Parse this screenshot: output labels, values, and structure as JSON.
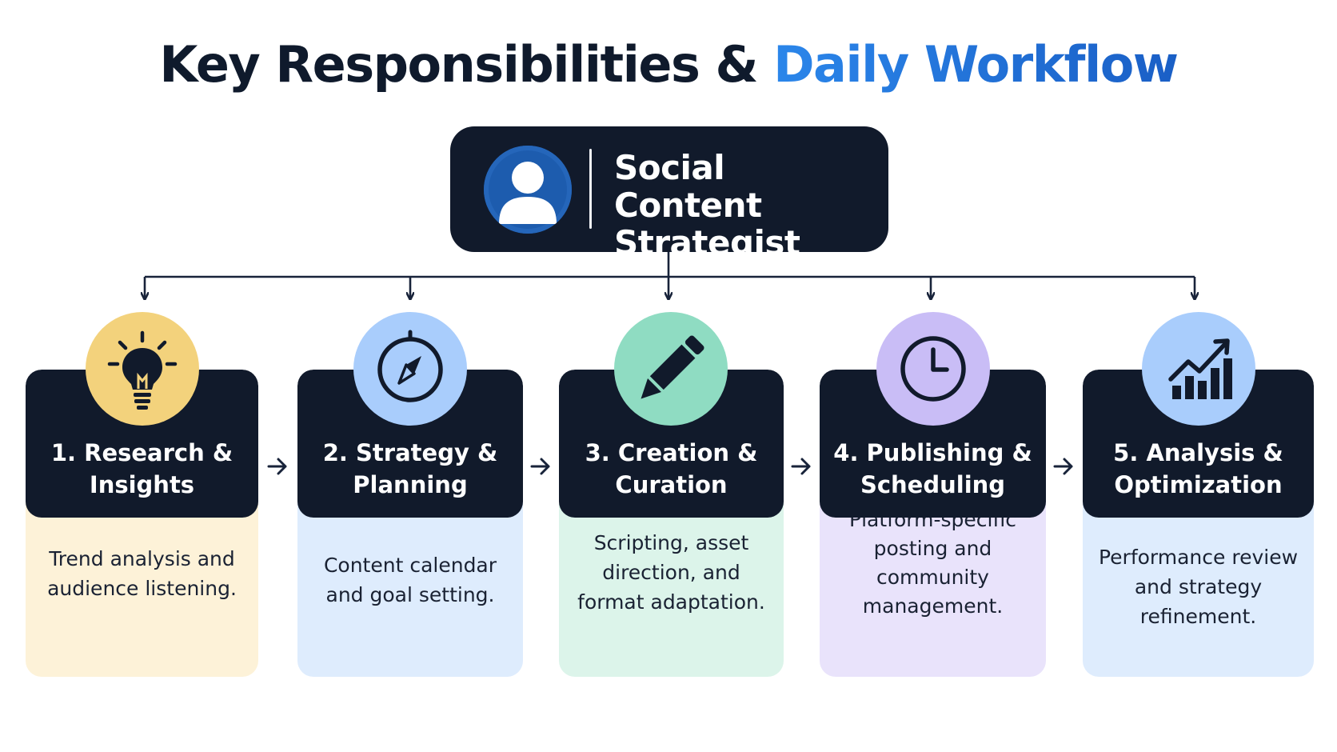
{
  "title": {
    "main": "Key Responsibilities & ",
    "accent": "Daily Workflow"
  },
  "role": {
    "name": "Social Content Strategist",
    "icon": "user-avatar-icon"
  },
  "steps": [
    {
      "label": "1. Research & Insights",
      "description": "Trend analysis and audience listening.",
      "icon": "lightbulb-icon",
      "icon_bg": "#f3d27c",
      "body_bg": "#fdf2d8"
    },
    {
      "label": "2. Strategy & Planning",
      "description": "Content calendar and goal setting.",
      "icon": "compass-icon",
      "icon_bg": "#a9cdfc",
      "body_bg": "#deecfd"
    },
    {
      "label": "3. Creation & Curation",
      "description": "Scripting, asset direction, and format adaptation.",
      "icon": "pencil-icon",
      "icon_bg": "#8fdcc2",
      "body_bg": "#dcf4ea"
    },
    {
      "label": "4. Publishing & Scheduling",
      "description": "Platform-specific posting and community management.",
      "icon": "clock-icon",
      "icon_bg": "#c9bdf6",
      "body_bg": "#e9e3fb"
    },
    {
      "label": "5. Analysis & Optimization",
      "description": "Performance review and strategy refinement.",
      "icon": "growth-chart-icon",
      "icon_bg": "#a9cdfc",
      "body_bg": "#deecfd"
    }
  ],
  "colors": {
    "dark": "#111a2b",
    "accent_blue": "#2272db",
    "avatar_blue": "#1d5cae"
  }
}
